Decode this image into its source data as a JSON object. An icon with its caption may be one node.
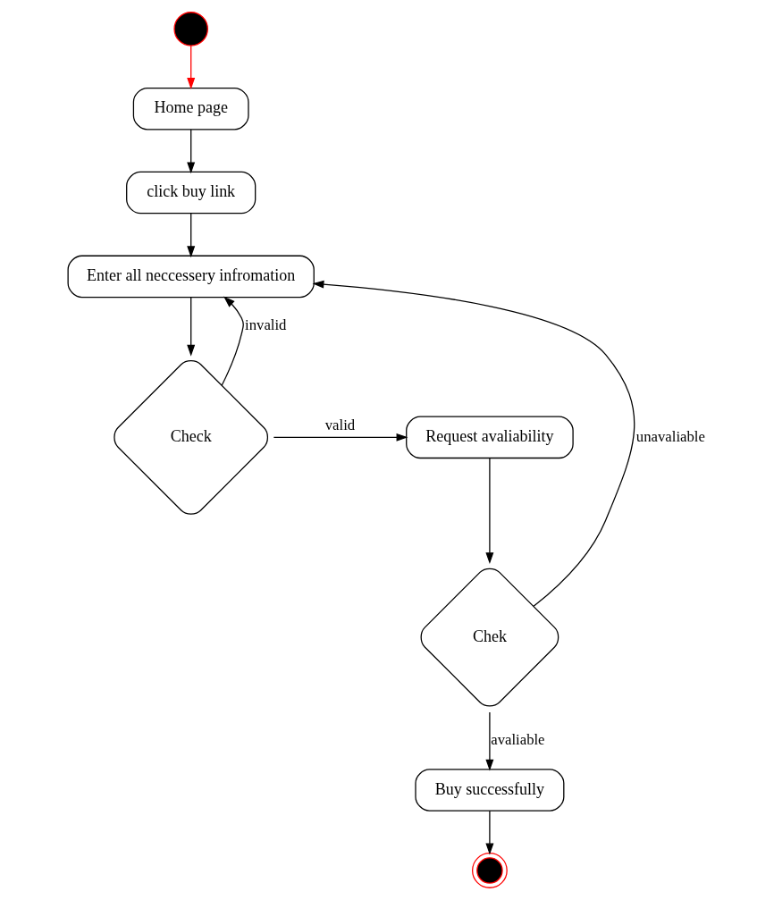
{
  "diagram": {
    "nodes": [
      {
        "text": [],
        "shape": "circle"
      },
      {
        "text": [
          "Home page"
        ]
      },
      {
        "text": [
          "click buy link"
        ]
      },
      {
        "text": [
          "Enter all neccessery infromation"
        ]
      },
      {
        "text": [
          "Check"
        ]
      },
      {
        "text": [
          "Request avaliability"
        ]
      },
      {
        "text": [
          "Chek"
        ]
      },
      {
        "text": [
          "Buy successfully"
        ]
      },
      {
        "text": [],
        "shape": "circle"
      }
    ],
    "edges": [
      {
        "from": 0,
        "to": 1,
        "arrow": "to",
        "color": "#ff0000"
      },
      {
        "from": 1,
        "to": 2,
        "arrow": "to"
      },
      {
        "from": 2,
        "to": 3,
        "arrow": "to"
      },
      {
        "from": 3,
        "to": 4,
        "arrow": "to"
      },
      {
        "from": 4,
        "to": 3,
        "arrow": "to",
        "label": "invalid"
      },
      {
        "from": 4,
        "to": 5,
        "arrow": "to",
        "label": "valid"
      },
      {
        "from": 5,
        "to": 6,
        "arrow": "to"
      },
      {
        "from": 6,
        "to": 3,
        "arrow": "to",
        "label": "unavaliable"
      },
      {
        "from": 6,
        "to": 7,
        "arrow": "to",
        "label": "avaliable"
      },
      {
        "from": 7,
        "to": 8,
        "arrow": "to"
      }
    ]
  }
}
